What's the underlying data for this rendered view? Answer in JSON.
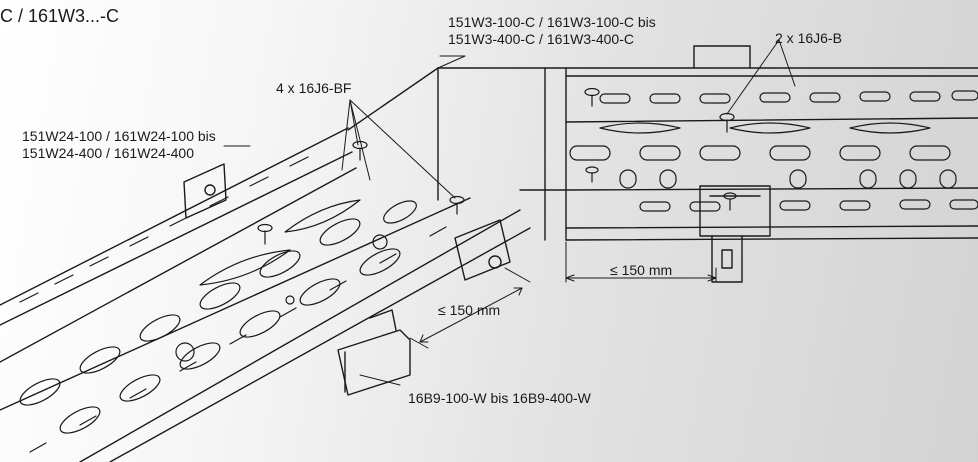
{
  "labels": {
    "corner_title": "C / 161W3...-C",
    "angle_part_line1": "151W3-100-C / 161W3-100-C bis",
    "angle_part_line2": "151W3-400-C / 161W3-400-C",
    "screws_right": "2 x 16J6-B",
    "screws_left": "4 x 16J6-BF",
    "tray_line1": "151W24-100 / 161W24-100 bis",
    "tray_line2": "151W24-400 / 161W24-400",
    "dist_right": "≤ 150 mm",
    "dist_left": "≤ 150 mm",
    "bracket": "16B9-100-W bis 16B9-400-W"
  }
}
